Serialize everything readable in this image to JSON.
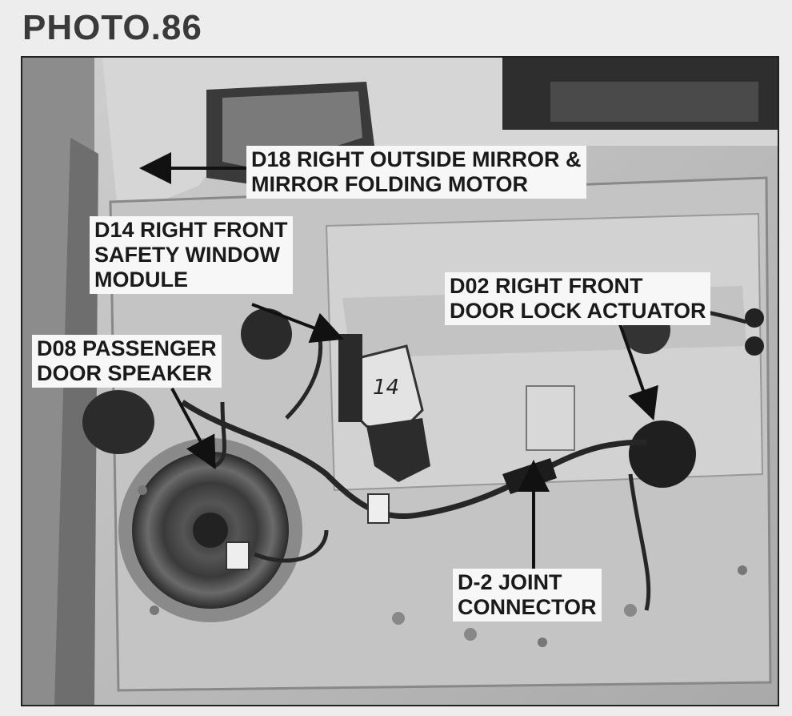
{
  "photo": {
    "title": "PHOTO.86",
    "subject": "Right front door panel wiring with callouts"
  },
  "callouts": {
    "d18": "D18 RIGHT OUTSIDE MIRROR &\nMIRROR FOLDING MOTOR",
    "d14": "D14 RIGHT FRONT\nSAFETY WINDOW\nMODULE",
    "d02": "D02 RIGHT FRONT\nDOOR LOCK ACTUATOR",
    "d08": "D08 PASSENGER\nDOOR SPEAKER",
    "d2": "D-2 JOINT\nCONNECTOR"
  },
  "motor_marking": "14",
  "colors": {
    "label_bg": "#f7f7f7",
    "label_text": "#1a1a1a",
    "arrow": "#111111",
    "panel": "#c8c8c8"
  }
}
